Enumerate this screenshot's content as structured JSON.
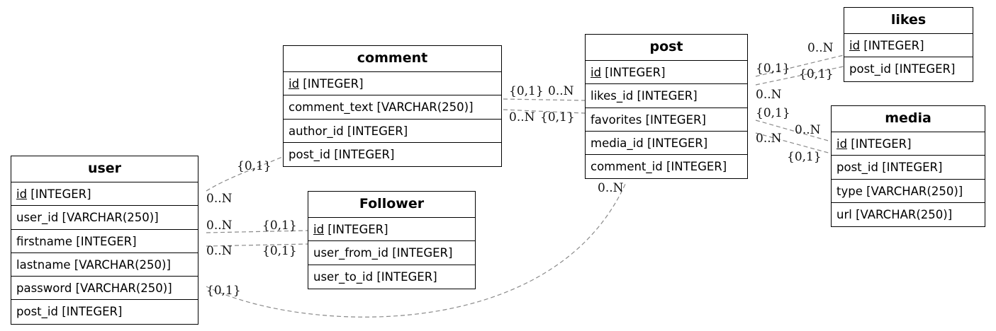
{
  "entities": {
    "user": {
      "title": "user",
      "fields": [
        {
          "name": "id",
          "type": " [INTEGER]",
          "pk": true
        },
        {
          "name": "user_id",
          "type": " [VARCHAR(250)]"
        },
        {
          "name": "firstname",
          "type": " [INTEGER]"
        },
        {
          "name": "lastname",
          "type": " [VARCHAR(250)]"
        },
        {
          "name": "password",
          "type": " [VARCHAR(250)]"
        },
        {
          "name": "post_id",
          "type": " [INTEGER]"
        }
      ]
    },
    "comment": {
      "title": "comment",
      "fields": [
        {
          "name": "id",
          "type": " [INTEGER]",
          "pk": true
        },
        {
          "name": "comment_text",
          "type": " [VARCHAR(250)]"
        },
        {
          "name": "author_id",
          "type": " [INTEGER]"
        },
        {
          "name": "post_id",
          "type": " [INTEGER]"
        }
      ]
    },
    "follower": {
      "title": "Follower",
      "fields": [
        {
          "name": "id",
          "type": " [INTEGER]",
          "pk": true
        },
        {
          "name": "user_from_id",
          "type": " [INTEGER]"
        },
        {
          "name": "user_to_id",
          "type": " [INTEGER]"
        }
      ]
    },
    "post": {
      "title": "post",
      "fields": [
        {
          "name": "id",
          "type": " [INTEGER]",
          "pk": true
        },
        {
          "name": "likes_id",
          "type": " [INTEGER]"
        },
        {
          "name": "favorites",
          "type": " [INTEGER]"
        },
        {
          "name": "media_id",
          "type": " [INTEGER]"
        },
        {
          "name": "comment_id",
          "type": " [INTEGER]"
        }
      ]
    },
    "likes": {
      "title": "likes",
      "fields": [
        {
          "name": "id",
          "type": " [INTEGER]",
          "pk": true
        },
        {
          "name": "post_id",
          "type": " [INTEGER]"
        }
      ]
    },
    "media": {
      "title": "media",
      "fields": [
        {
          "name": "id",
          "type": " [INTEGER]",
          "pk": true
        },
        {
          "name": "post_id",
          "type": " [INTEGER]"
        },
        {
          "name": "type",
          "type": " [VARCHAR(250)]"
        },
        {
          "name": "url",
          "type": " [VARCHAR(250)]"
        }
      ]
    }
  },
  "labels": {
    "user_comment_one": "{0,1}",
    "user_comment_many": "0..N",
    "user_follower1_many": "0..N",
    "user_follower1_one": "{0,1}",
    "user_follower2_many": "0..N",
    "user_follower2_one": "{0,1}",
    "user_post_one": "{0,1}",
    "user_post_many": "0..N",
    "comment_post1_one": "{0,1}",
    "comment_post1_many": "0..N",
    "comment_post2_many": "0..N",
    "comment_post2_one": "{0,1}",
    "post_likes1_one": "{0,1}",
    "post_likes1_many": "0..N",
    "post_likes2_many": "0..N",
    "post_likes2_one": "{0,1}",
    "post_media1_one": "{0,1}",
    "post_media1_many": "0..N",
    "post_media2_many": "0..N",
    "post_media2_one": "{0,1}"
  }
}
